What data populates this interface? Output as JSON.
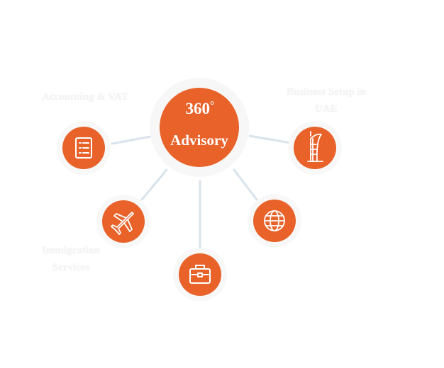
{
  "center": {
    "number": "360",
    "degree": "°",
    "title": "Advisory"
  },
  "nodes": [
    {
      "id": "accounting",
      "label": "Accounting & VAT",
      "icon": "document-list-icon"
    },
    {
      "id": "business-setup",
      "label_line1": "Business Setup in",
      "label_line2": "UAE",
      "icon": "burj-al-arab-icon"
    },
    {
      "id": "immigration",
      "label_line1": "Immigration",
      "label_line2": "Services",
      "icon": "airplane-icon"
    },
    {
      "id": "corporate",
      "icon": "briefcase-icon"
    },
    {
      "id": "global",
      "icon": "globe-icon"
    }
  ],
  "colors": {
    "accent": "#e8622a",
    "connector": "#d9e3ec",
    "halo": "#f7f7f7",
    "faint_text": "#f2f2f2"
  }
}
